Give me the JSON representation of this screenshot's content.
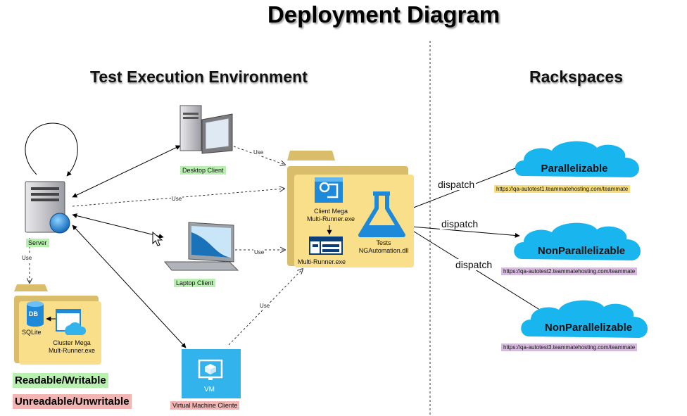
{
  "title": "Deployment Diagram",
  "sections": {
    "left": "Test Execution Environment",
    "right": "Rackspaces"
  },
  "nodes": {
    "server": "Server",
    "desktop": "Desktop Client",
    "laptop": "Laptop  Client",
    "vm": "Virtual Machine Cliente",
    "vm_icon_text": "VM",
    "db_badge": "DB",
    "sqlite": "SQLite",
    "cluster_line1": "Cluster Mega",
    "cluster_line2": "Mult-Runner.exe",
    "client_line1": "Client Mega",
    "client_line2": "Multi-Runner.exe",
    "multirunner": "Multi-Runner.exe",
    "tests_line1": "Tests",
    "tests_line2": "NGAutomation.dll"
  },
  "edges": {
    "use": "Use",
    "dispatch": "dispatch"
  },
  "clouds": [
    {
      "label": "Parallelizable",
      "url": "https://qa-autotest1.teammatehosting.com/teammate"
    },
    {
      "label": "NonParallelizable",
      "url": "https://qa-autotest2.teammatehosting.com/teammate"
    },
    {
      "label": "NonParallelizable",
      "url": "https://qa-autotest3.teammatehosting.com/teammate"
    }
  ],
  "legend": {
    "readable": "Readable/Writable",
    "unreadable": "Unreadable/Unwritable"
  },
  "colors": {
    "cloud": "#19b5ef",
    "folder": "#f9df8a",
    "folder_tab": "#d9bd6a",
    "readable": "#b8f0b0",
    "unreadable": "#f3b4b4",
    "azure_blue": "#1e88d9"
  },
  "icons": [
    "server-icon",
    "desktop-computer-icon",
    "laptop-icon",
    "virtual-machine-icon",
    "folder-icon",
    "database-icon",
    "app-window-icon",
    "flask-icon",
    "cloud-icon",
    "mouse-cursor-icon"
  ]
}
